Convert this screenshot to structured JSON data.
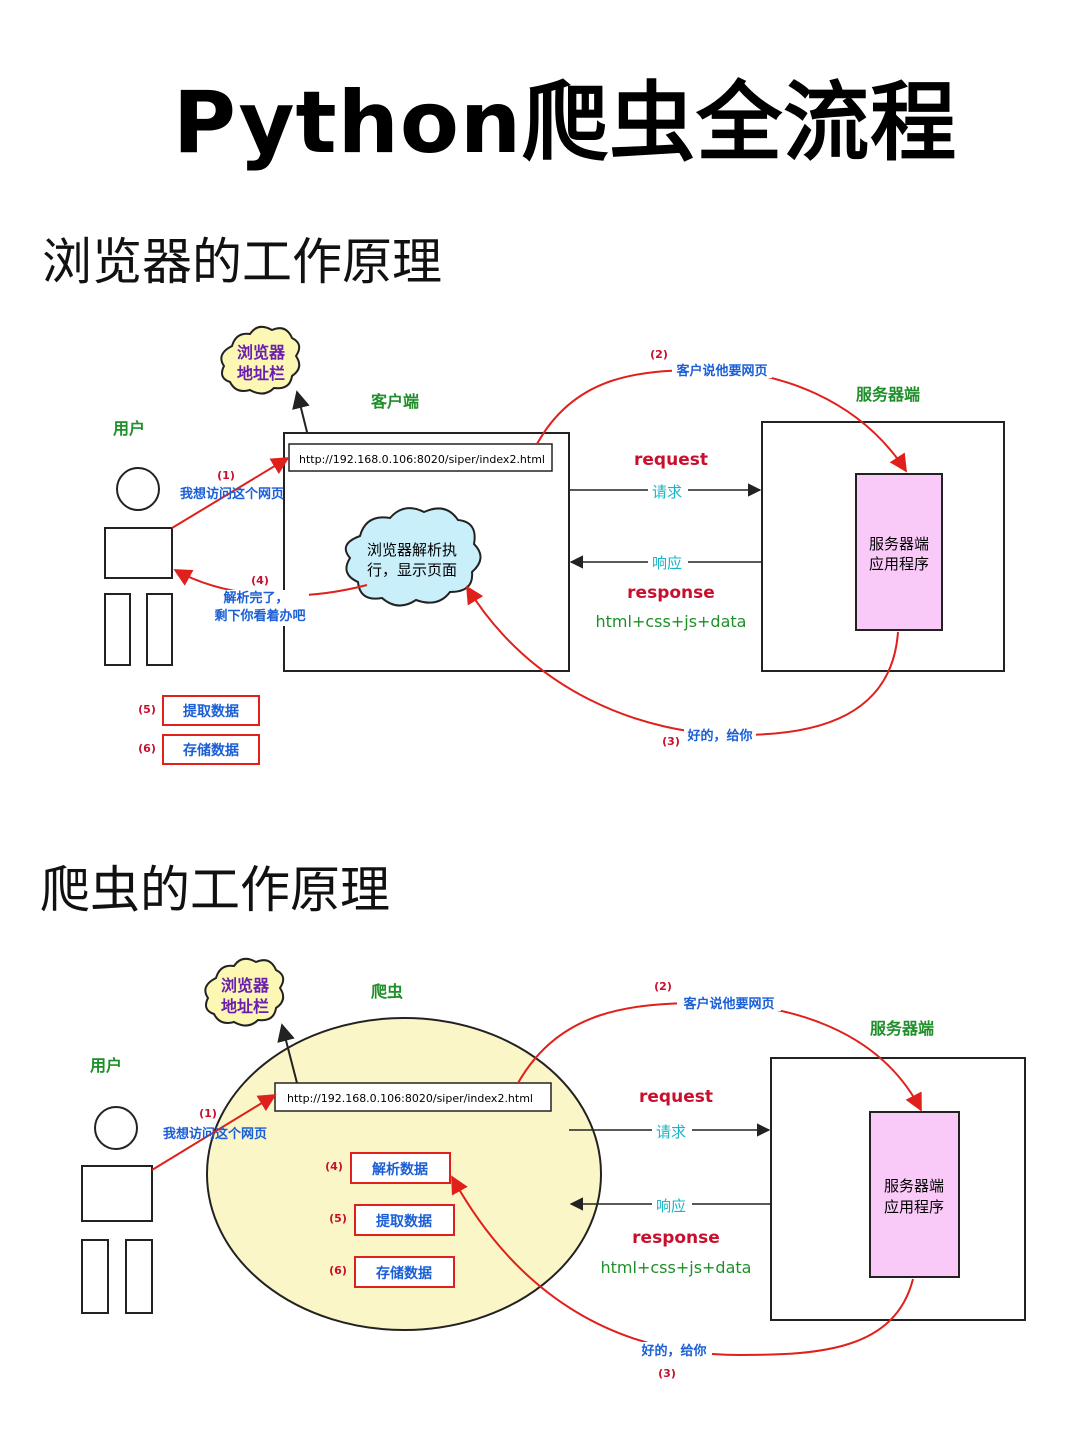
{
  "title": "Python爬虫全流程",
  "sections": [
    {
      "heading": "浏览器的工作原理",
      "bubble_label": [
        "浏览器",
        "地址栏"
      ],
      "user_label": "用户",
      "client_label": "客户端",
      "server_label": "服务器端",
      "url": "http://192.168.0.106:8020/siper/index2.html",
      "cloud_label": [
        "浏览器解析执",
        "行，显示页面"
      ],
      "server_app": [
        "服务器端",
        "应用程序"
      ],
      "request": "request",
      "request_cn": "请求",
      "response_cn": "响应",
      "response": "response",
      "payload": "html+css+js+data",
      "steps": {
        "s1_num": "(1)",
        "s1_text": "我想访问这个网页",
        "s2_num": "(2)",
        "s2_text": "客户说他要网页",
        "s3_num": "(3)",
        "s3_text": "好的，给你",
        "s4_num": "(4)",
        "s4_text": [
          "解析完了，",
          "剩下你看着办吧"
        ],
        "s5_num": "(5)",
        "s5_text": "提取数据",
        "s6_num": "(6)",
        "s6_text": "存储数据"
      }
    },
    {
      "heading": "爬虫的工作原理",
      "bubble_label": [
        "浏览器",
        "地址栏"
      ],
      "user_label": "用户",
      "crawler_label": "爬虫",
      "server_label": "服务器端",
      "url": "http://192.168.0.106:8020/siper/index2.html",
      "server_app": [
        "服务器端",
        "应用程序"
      ],
      "request": "request",
      "request_cn": "请求",
      "response_cn": "响应",
      "response": "response",
      "payload": "html+css+js+data",
      "steps": {
        "s1_num": "(1)",
        "s1_text": "我想访问这个网页",
        "s2_num": "(2)",
        "s2_text": "客户说他要网页",
        "s3_num": "(3)",
        "s3_text": "好的，给你",
        "s4_num": "(4)",
        "s4_text": "解析数据",
        "s5_num": "(5)",
        "s5_text": "提取数据",
        "s6_num": "(6)",
        "s6_text": "存储数据"
      }
    }
  ],
  "colors": {
    "accent_red": "#e0201b",
    "label_green": "#1f8f2a",
    "label_blue": "#1a5fd6",
    "request_red": "#c8102e",
    "cyan": "#18b5c8",
    "server_app_fill": "#f9c9f7",
    "cloud_fill": "#c9effb",
    "bubble_fill": "#fdf7b4",
    "crawler_fill": "#fbf6c7"
  }
}
